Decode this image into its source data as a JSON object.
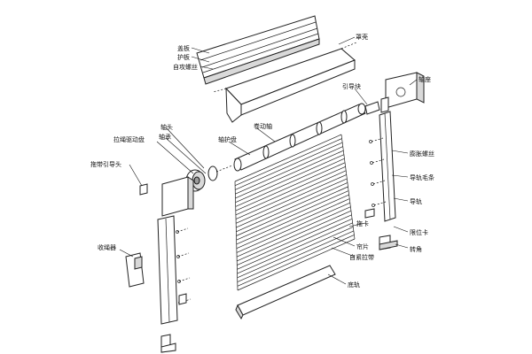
{
  "labels": {
    "top_cover_plate": "盖板",
    "guard_plate": "护板",
    "self_tapping_screw": "自攻螺丝",
    "cover_box": "罩壳",
    "end_bracket": "轴座",
    "guide_block": "引导块",
    "shaft_head": "轴头",
    "main_shaft": "卷动轴",
    "shaft_guard": "轴护盘",
    "pulley_drive": "拉绳驱动盘",
    "pull_rope_guide": "拖带引导头",
    "rope_wheel": "轴承",
    "expansion_screw": "膨胀螺丝",
    "guide_rail_brush": "导轨毛条",
    "guide_rail": "导轨",
    "rail_clip": "限位卡",
    "slat_clip": "拖卡",
    "curtain_slats": "帘片",
    "pull_strap_belt": "自紧拉带",
    "bottom_bar": "底轨",
    "rope_retractor": "收绳器",
    "corner_connector": "转角"
  }
}
